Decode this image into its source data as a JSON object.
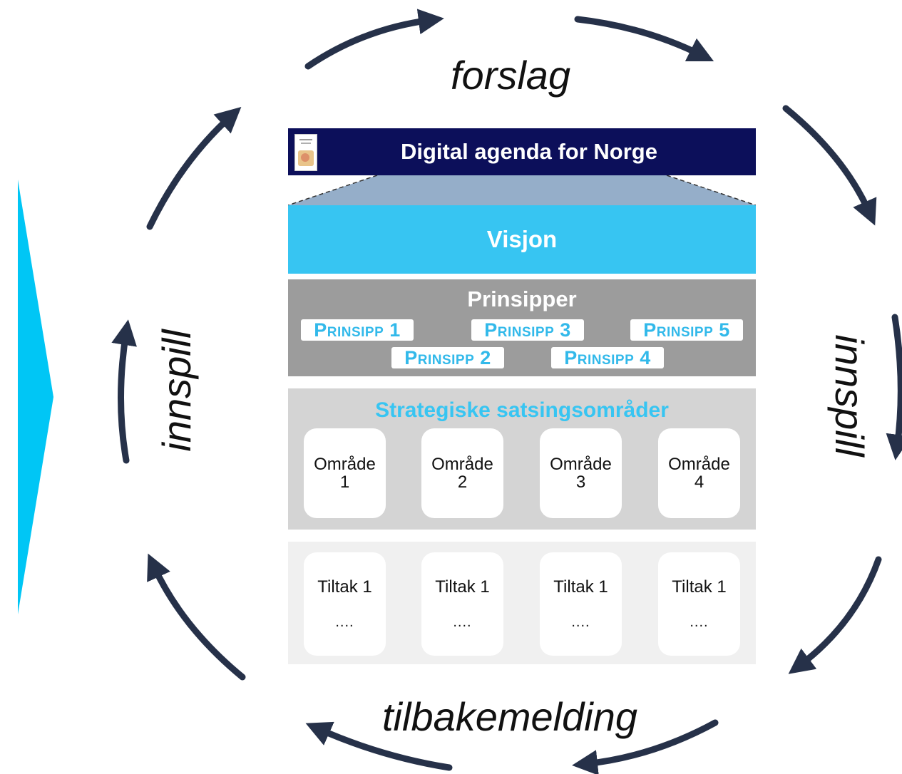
{
  "colors": {
    "navy": "#0c0f5a",
    "cyan": "#37c5f2",
    "arrow": "#263149",
    "gray_dark": "#9c9c9c",
    "gray_mid": "#d4d4d4",
    "gray_light": "#f0f0f0"
  },
  "cycle": {
    "top_label": "forslag",
    "right_label": "innspill",
    "bottom_label": "tilbakemelding",
    "left_label": "innspill"
  },
  "header": {
    "title": "Digital agenda for Norge",
    "thumbnail_icon": "document-cover-icon"
  },
  "vision": {
    "label": "Visjon"
  },
  "principles": {
    "title": "Prinsipper",
    "items": [
      "Prinsipp 1",
      "Prinsipp 2",
      "Prinsipp 3",
      "Prinsipp 4",
      "Prinsipp 5"
    ]
  },
  "strategic_areas": {
    "title": "Strategiske satsingsområder",
    "items": [
      {
        "line1": "Område",
        "line2": "1"
      },
      {
        "line1": "Område",
        "line2": "2"
      },
      {
        "line1": "Område",
        "line2": "3"
      },
      {
        "line1": "Område",
        "line2": "4"
      }
    ]
  },
  "measures": {
    "items": [
      {
        "line1": "Tiltak 1",
        "line2": "...."
      },
      {
        "line1": "Tiltak 1",
        "line2": "...."
      },
      {
        "line1": "Tiltak 1",
        "line2": "...."
      },
      {
        "line1": "Tiltak 1",
        "line2": "...."
      }
    ]
  }
}
